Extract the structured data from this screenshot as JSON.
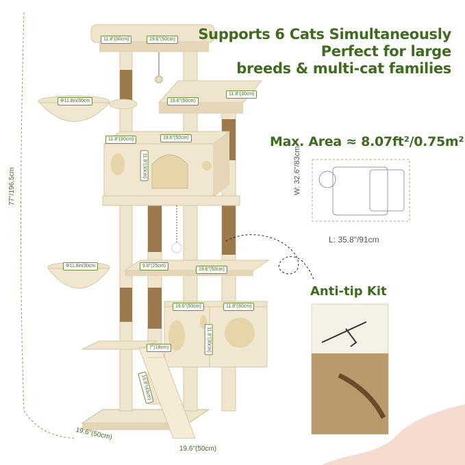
{
  "headline": {
    "line1": "Supports 6 Cats Simultaneously",
    "line2": "Perfect for large",
    "line3": "breeds & multi-cat families"
  },
  "area": {
    "label": "Max. Area ≈ 8.07ft²/0.75m²",
    "width_label": "W: 32.6\"/83cm",
    "length_label": "L: 35.8\"/91cm"
  },
  "anti_tip": {
    "label": "Anti-tip Kit"
  },
  "dimensions": {
    "total_height": "77\"/196.5cm",
    "base_left": "19.6\"(50cm)",
    "base_right": "19.6\"(50cm)",
    "top_perch_width": "19.6\"(50cm)",
    "top_perch_depth": "11.8\"(30cm)",
    "upper_perch_width": "11.8\"(30cm)",
    "upper_perch_depth": "19.6\"(50cm)",
    "basket_top": "Φ11.8in/30cm",
    "condo_width": "19.6\"(50cm)",
    "condo_depth": "11.8\"(30cm)",
    "condo_height": "11.8\"(30cm)",
    "basket_mid": "Φ11.8in/30cm",
    "mid_shelf_small": "9.8\"(25cm)",
    "mid_shelf_large": "19.6\"(50cm)",
    "lower_condo_width": "19.6\"(50cm)",
    "lower_condo_depth": "11.8\"(30cm)",
    "lower_condo_height": "11.8\"(30cm)",
    "ramp_width": "7\"(18cm)",
    "ramp_length": "16.9\"(43cm)"
  },
  "colors": {
    "accent": "#3f6b21",
    "beige": "#efe4cc",
    "sisal": "#9c7a4e",
    "background_pink": "#f6dcd0"
  }
}
